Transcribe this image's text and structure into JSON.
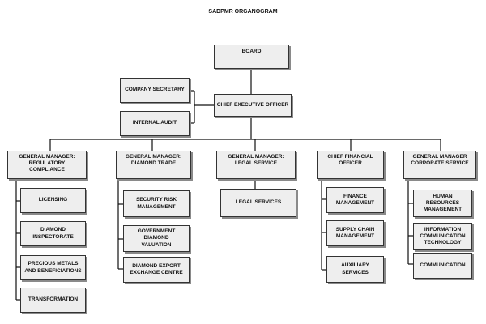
{
  "title": "SADPMR ORGANOGRAM",
  "nodes": {
    "board": "BOARD",
    "company_secretary": "COMPANY SECRETARY",
    "internal_audit": "INTERNAL AUDIT",
    "ceo": "CHIEF EXECUTIVE OFFICER",
    "gm_regulatory": "GENERAL MANAGER:\nREGULATORY\nCOMPLIANCE",
    "gm_diamond_trade": "GENERAL MANAGER:\nDIAMOND TRADE",
    "gm_legal": "GENERAL MANAGER:\nLEGAL SERVICE",
    "cfo": "CHIEF FINANCIAL\nOFFICER",
    "gm_corporate": "GENERAL MANAGER\nCORPORATE SERVICE",
    "licensing": "LICENSING",
    "diamond_inspectorate": "DIAMOND\nINSPECTORATE",
    "precious_metals": "PRECIOUS METALS\nAND BENEFICIATIONS",
    "transformation": "TRANSFORMATION",
    "security_risk": "SECURITY RISK\nMANAGEMENT",
    "gov_diamond_valuation": "GOVERNMENT\nDIAMOND\nVALUATION",
    "diamond_export": "DIAMOND EXPORT\nEXCHANGE CENTRE",
    "legal_services": "LEGAL SERVICES",
    "finance_management": "FINANCE\nMANAGEMENT",
    "supply_chain": "SUPPLY CHAIN\nMANAGEMENT",
    "auxiliary": "AUXILIARY\nSERVICES",
    "hr_management": "HUMAN\nRESOURCES\nMANAGEMENT",
    "ict": "INFORMATION\nCOMMUNICATION\nTECHNOLOGY",
    "communication": "COMMUNICATION"
  },
  "colors": {
    "box_fill": "#eeeeee",
    "box_border": "#333333",
    "line": "#111111"
  }
}
